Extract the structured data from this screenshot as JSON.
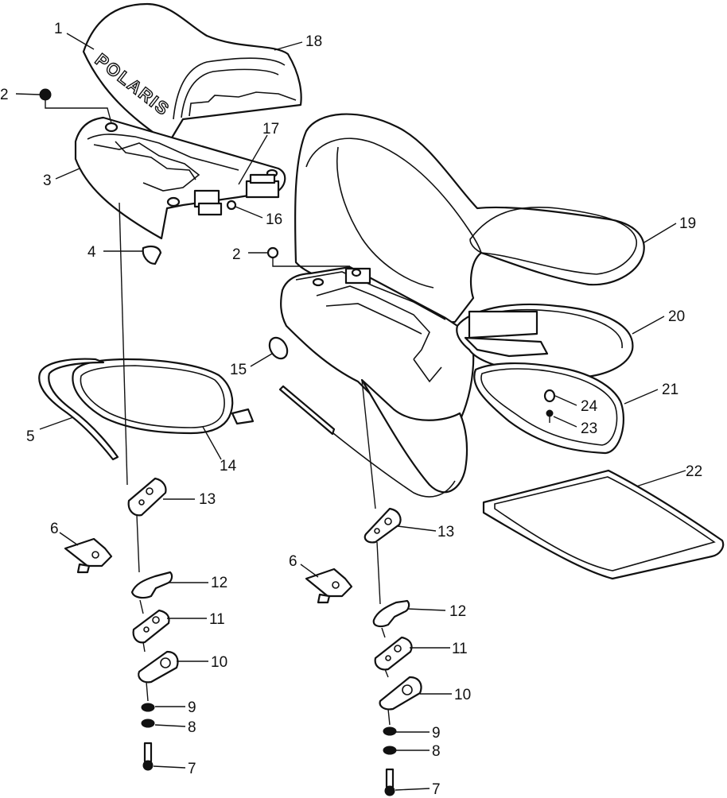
{
  "brand_text": "POLARIS",
  "callouts": [
    {
      "id": "c1",
      "text": "1"
    },
    {
      "id": "c18",
      "text": "18"
    },
    {
      "id": "c2a",
      "text": "2"
    },
    {
      "id": "c3",
      "text": "3"
    },
    {
      "id": "c17",
      "text": "17"
    },
    {
      "id": "c16",
      "text": "16"
    },
    {
      "id": "c4",
      "text": "4"
    },
    {
      "id": "c2b",
      "text": "2"
    },
    {
      "id": "c19",
      "text": "19"
    },
    {
      "id": "c20",
      "text": "20"
    },
    {
      "id": "c15",
      "text": "15"
    },
    {
      "id": "c21",
      "text": "21"
    },
    {
      "id": "c24",
      "text": "24"
    },
    {
      "id": "c23",
      "text": "23"
    },
    {
      "id": "c5",
      "text": "5"
    },
    {
      "id": "c14",
      "text": "14"
    },
    {
      "id": "c22",
      "text": "22"
    },
    {
      "id": "c13a",
      "text": "13"
    },
    {
      "id": "c13b",
      "text": "13"
    },
    {
      "id": "c6a",
      "text": "6"
    },
    {
      "id": "c6b",
      "text": "6"
    },
    {
      "id": "c12a",
      "text": "12"
    },
    {
      "id": "c12b",
      "text": "12"
    },
    {
      "id": "c11a",
      "text": "11"
    },
    {
      "id": "c11b",
      "text": "11"
    },
    {
      "id": "c10a",
      "text": "10"
    },
    {
      "id": "c10b",
      "text": "10"
    },
    {
      "id": "c9a",
      "text": "9"
    },
    {
      "id": "c9b",
      "text": "9"
    },
    {
      "id": "c8a",
      "text": "8"
    },
    {
      "id": "c8b",
      "text": "8"
    },
    {
      "id": "c7a",
      "text": "7"
    },
    {
      "id": "c7b",
      "text": "7"
    }
  ]
}
